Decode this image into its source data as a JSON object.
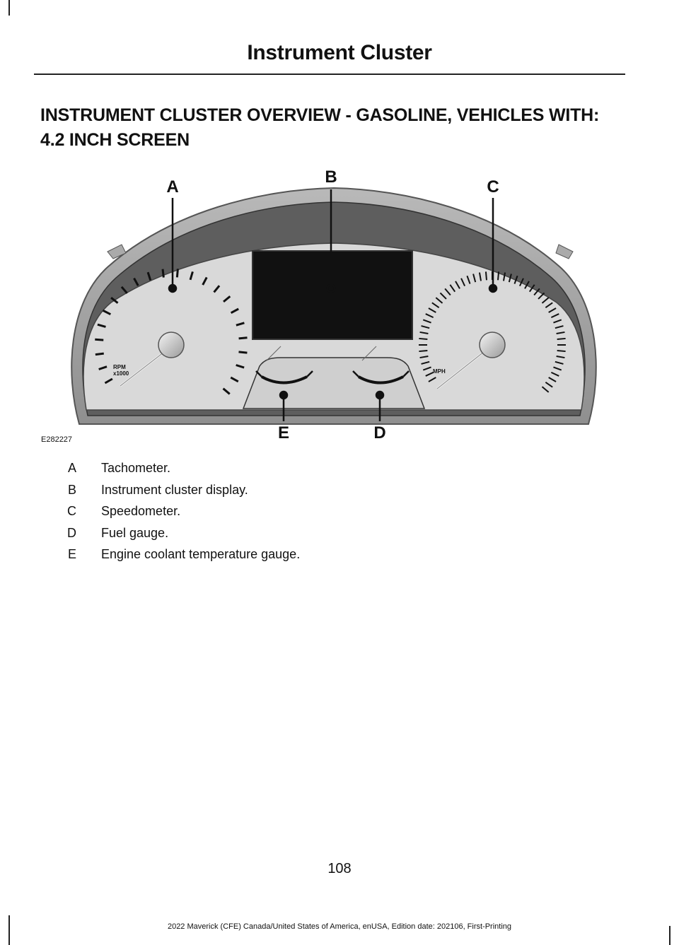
{
  "header": {
    "title": "Instrument Cluster"
  },
  "section": {
    "title": "INSTRUMENT CLUSTER OVERVIEW - GASOLINE, VEHICLES WITH: 4.2 INCH SCREEN"
  },
  "figure": {
    "callouts": {
      "a": "A",
      "b": "B",
      "c": "C",
      "d": "D",
      "e": "E"
    },
    "id": "E282227",
    "tach_label_1": "RPM",
    "tach_label_2": "x1000",
    "speed_label": "MPH"
  },
  "legend": [
    {
      "key": "A",
      "desc": "Tachometer."
    },
    {
      "key": "B",
      "desc": "Instrument cluster display."
    },
    {
      "key": "C",
      "desc": "Speedometer."
    },
    {
      "key": "D",
      "desc": "Fuel gauge."
    },
    {
      "key": "E",
      "desc": "Engine coolant temperature gauge."
    }
  ],
  "page_number": "108",
  "footer": "2022 Maverick (CFE) Canada/United States of America, enUSA, Edition date: 202106, First-Printing"
}
